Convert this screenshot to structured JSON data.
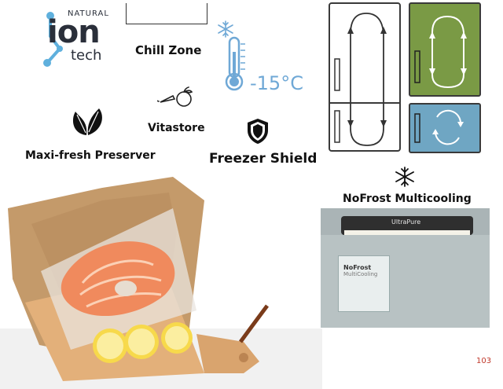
{
  "logo": {
    "natural": "NATURAL",
    "brand": "ion",
    "tech": "tech"
  },
  "features": {
    "chill_zone": "Chill Zone",
    "temperature": "-15°C",
    "vitastore": "Vitastore",
    "maxi_fresh": "Maxi-fresh Preserver",
    "freezer_shield": "Freezer Shield",
    "nofrost": "NoFrost Multicooling"
  },
  "interior_photo": {
    "light_label": "UltraPure",
    "card_line1": "NoFrost",
    "card_line2": "MultiCooling"
  },
  "page_number": "103",
  "colors": {
    "accent_blue": "#6fa8d6",
    "green_panel": "#7a9a45",
    "blue_panel": "#6fa6c3",
    "page_number": "#c0392b"
  },
  "icons": [
    "molecule-icon",
    "thermometer-icon",
    "snowflake-icon",
    "vegetables-icon",
    "leaves-icon",
    "shield-icon",
    "nofrost-snowflake-icon",
    "airflow-arrows-icon"
  ]
}
